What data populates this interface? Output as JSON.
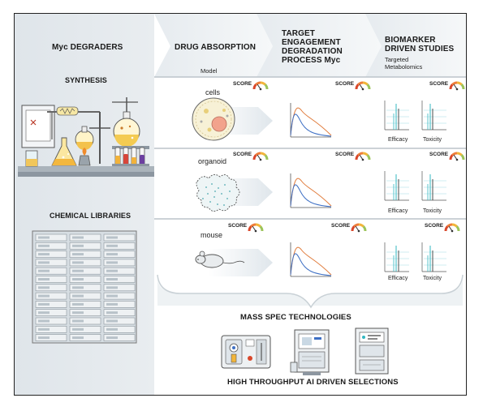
{
  "columns": {
    "degraders": "Myc DEGRADERS",
    "absorption": "DRUG ABSORPTION",
    "target_line1": "TARGET",
    "target_line2": "ENGAGEMENT",
    "target_line3": "DEGRADATION",
    "target_line4": "PROCESS Myc",
    "biomarker_line1": "BIOMARKER",
    "biomarker_line2": "DRIVEN STUDIES",
    "biomarker_sub1": "Targeted",
    "biomarker_sub2": "Metabolomics",
    "model_label": "Model"
  },
  "left": {
    "synthesis": "SYNTHESIS",
    "libraries": "CHEMICAL LIBRARIES"
  },
  "rows": [
    {
      "model": "cells",
      "score": "SCORE",
      "efficacy": "Efficacy",
      "toxicity": "Toxicity"
    },
    {
      "model": "organoid",
      "score": "SCORE",
      "efficacy": "Efficacy",
      "toxicity": "Toxicity"
    },
    {
      "model": "mouse",
      "score": "SCORE",
      "efficacy": "Efficacy",
      "toxicity": "Toxicity"
    }
  ],
  "bottom": {
    "mass_spec": "MASS SPEC TECHNOLOGIES",
    "selections": "HIGH THROUGHPUT AI DRIVEN SELECTIONS"
  },
  "colors": {
    "curve_orange": "#e07a3a",
    "curve_blue": "#3d6fc4",
    "peak_teal": "#33b7c2",
    "panel_gray": "#e6ebef",
    "gauge_red": "#d9472b",
    "gauge_yellow": "#f2b53a"
  }
}
